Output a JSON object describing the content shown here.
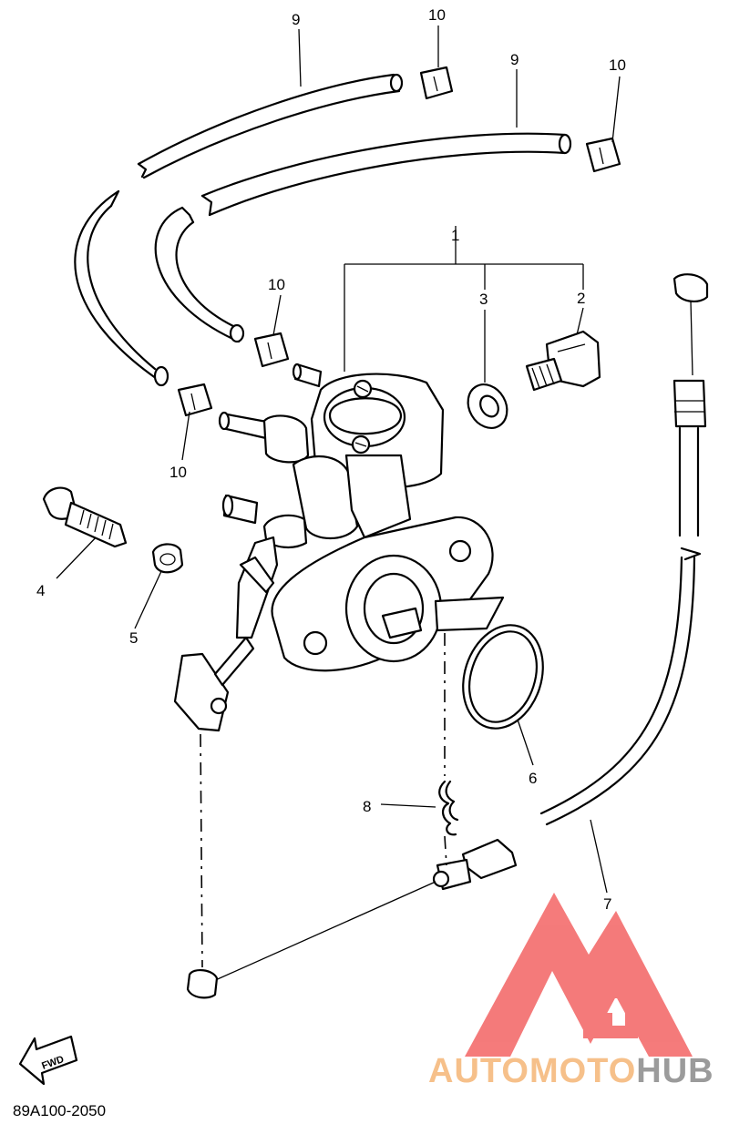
{
  "diagram_code": "89A100-2050",
  "direction_badge": "FWD",
  "watermark": {
    "brand_a": "AUTOMOTO",
    "brand_b": "HUB",
    "color_a": "#f6c08a",
    "color_b": "#9b9b9b",
    "logo_color": "#f25a5a"
  },
  "callouts": {
    "c1": "1",
    "c2": "2",
    "c3": "3",
    "c4": "4",
    "c5": "5",
    "c6": "6",
    "c7": "7",
    "c8": "8",
    "c9a": "9",
    "c9b": "9",
    "c10a": "10",
    "c10b": "10",
    "c10c": "10",
    "c10d": "10"
  }
}
